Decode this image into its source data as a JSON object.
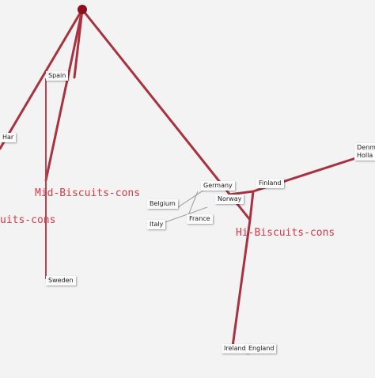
{
  "clusters": {
    "mid": "Mid-Biscuits-cons",
    "hi": "Hi-Biscuits-cons",
    "left_partial": "uits-cons"
  },
  "countries": {
    "spain": "Spain",
    "sweden": "Sweden",
    "germany": "Germany",
    "norway": "Norway",
    "finland": "Finland",
    "belgium": "Belgium",
    "italy": "Italy",
    "france": "France",
    "ireland": "Ireland",
    "england": "England",
    "denmark_partial": "Denm",
    "holland_partial": "Holla",
    "left_partial": "Har"
  },
  "colors": {
    "edge": "#a8323f",
    "root_node": "#8e0f1c",
    "cluster_label": "#d63a48"
  }
}
